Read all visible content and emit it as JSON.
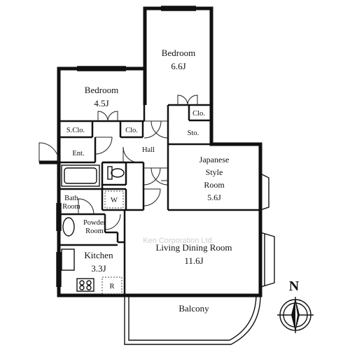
{
  "rooms": {
    "bedroom_large": {
      "name": "Bedroom",
      "size": "6.6J"
    },
    "bedroom_small": {
      "name": "Bedroom",
      "size": "4.5J"
    },
    "japanese_room": {
      "line1": "Japanese",
      "line2": "Style",
      "line3": "Room",
      "size": "5.6J"
    },
    "living_dining": {
      "name": "Living Dining Room",
      "size": "11.6J"
    },
    "kitchen": {
      "name": "Kitchen",
      "size": "3.3J"
    },
    "balcony": {
      "name": "Balcony"
    },
    "hall": {
      "name": "Hall"
    },
    "entrance": {
      "name": "Ent."
    },
    "shoe_closet": {
      "name": "S.Clo."
    },
    "closet_small_bedroom": {
      "name": "Clo."
    },
    "closet_large_bedroom": {
      "name": "Clo."
    },
    "storage": {
      "name": "Sto."
    },
    "bath_room": {
      "line1": "Bath",
      "line2": "Room"
    },
    "powder_room": {
      "line1": "Powder",
      "line2": "Room"
    },
    "washer_space": {
      "name": "W"
    },
    "fridge_space": {
      "name": "R"
    }
  },
  "compass": {
    "north_label": "N"
  },
  "watermark": "Ken Corporation Ltd."
}
